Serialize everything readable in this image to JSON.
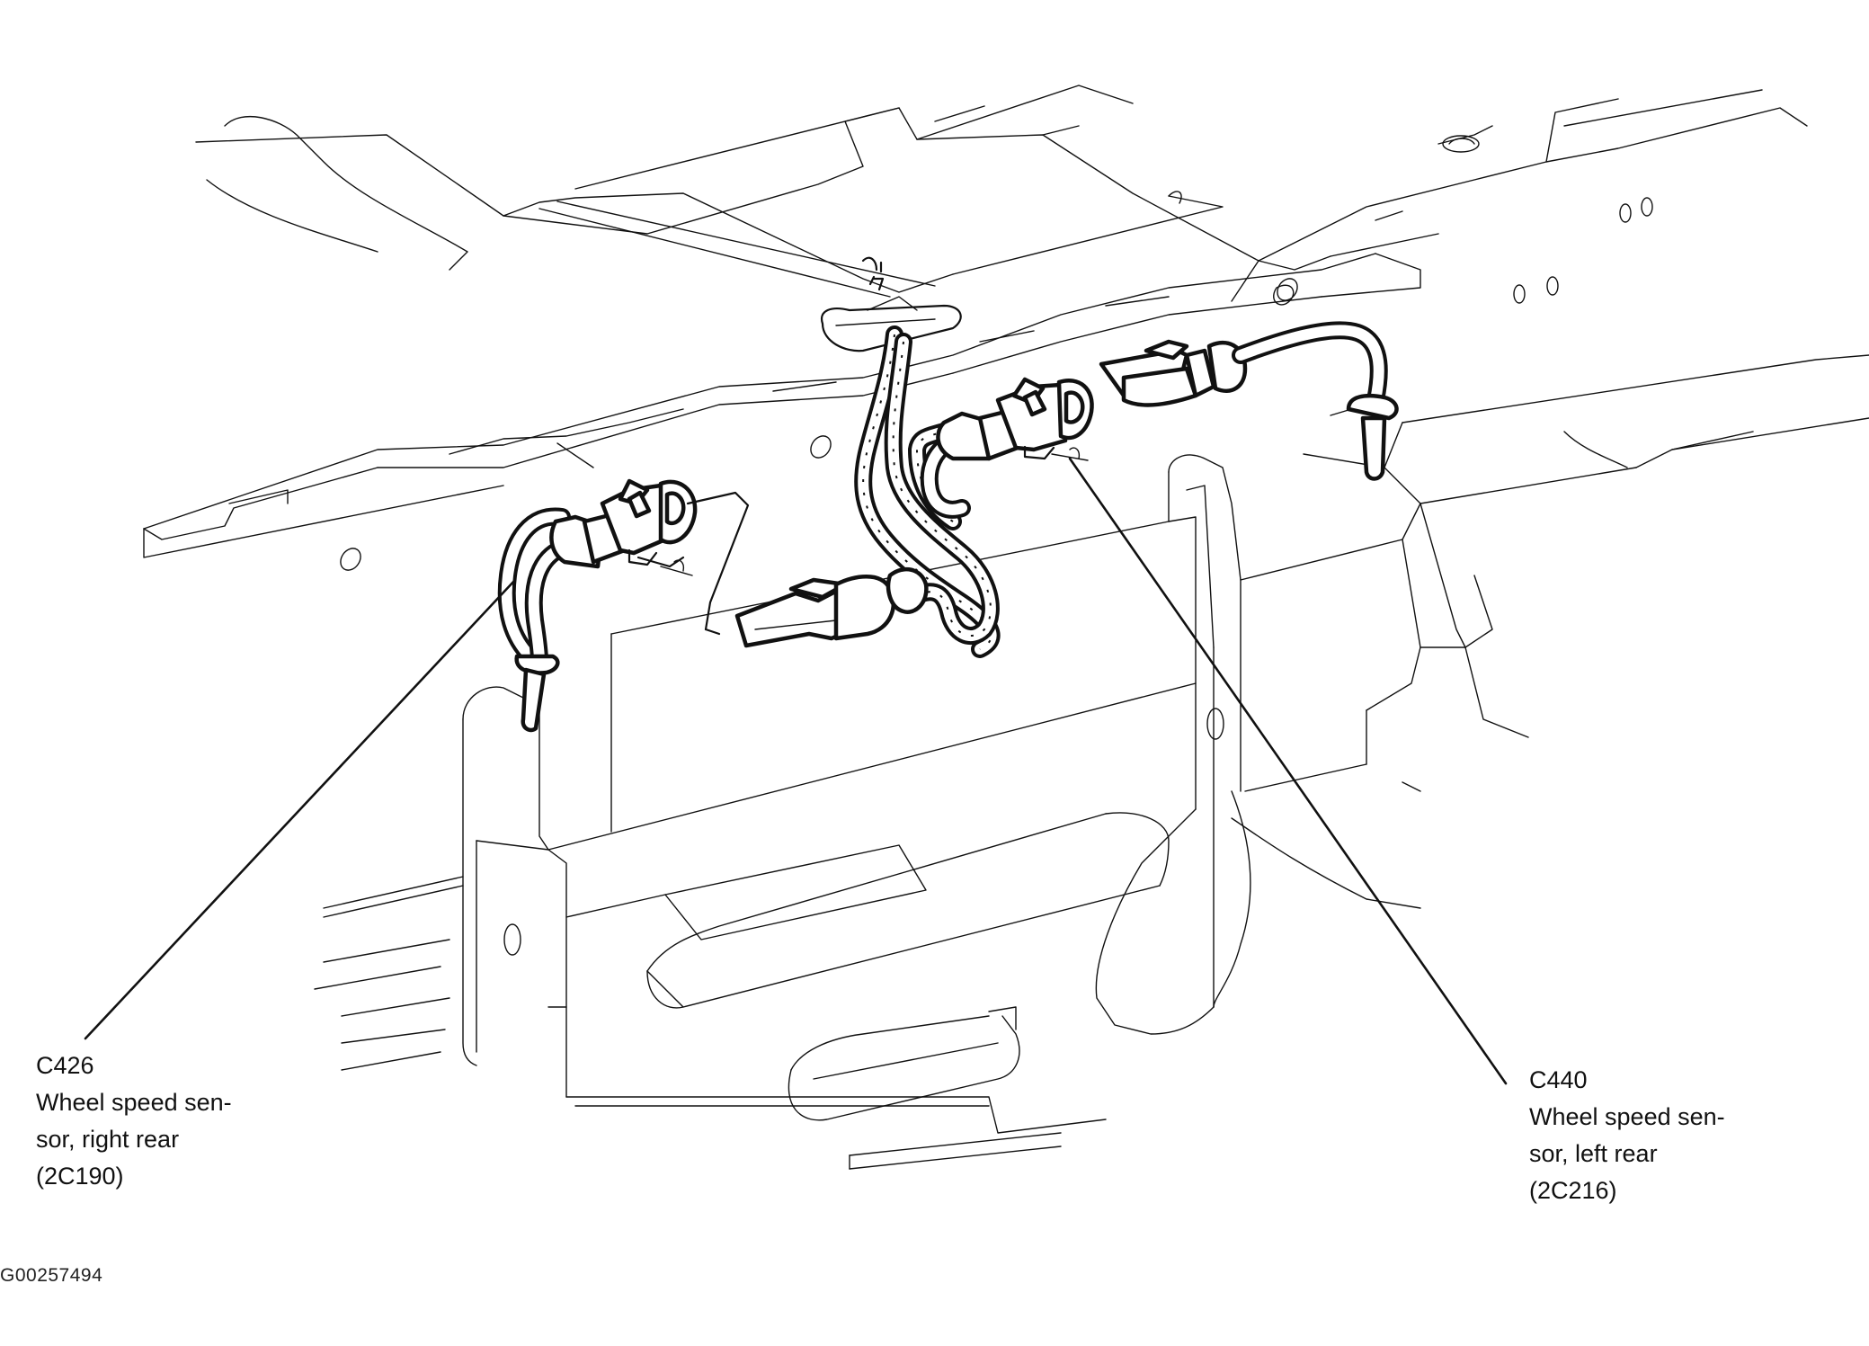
{
  "figure_id": "G00257494",
  "callouts": {
    "right_rear": {
      "code": "C426",
      "lines": [
        "Wheel speed sen-",
        "sor, right rear",
        "(2C190)"
      ]
    },
    "left_rear": {
      "code": "C440",
      "lines": [
        "Wheel speed sen-",
        "sor, left rear",
        "(2C216)"
      ]
    }
  },
  "colors": {
    "ink": "#111111",
    "background": "#ffffff"
  }
}
